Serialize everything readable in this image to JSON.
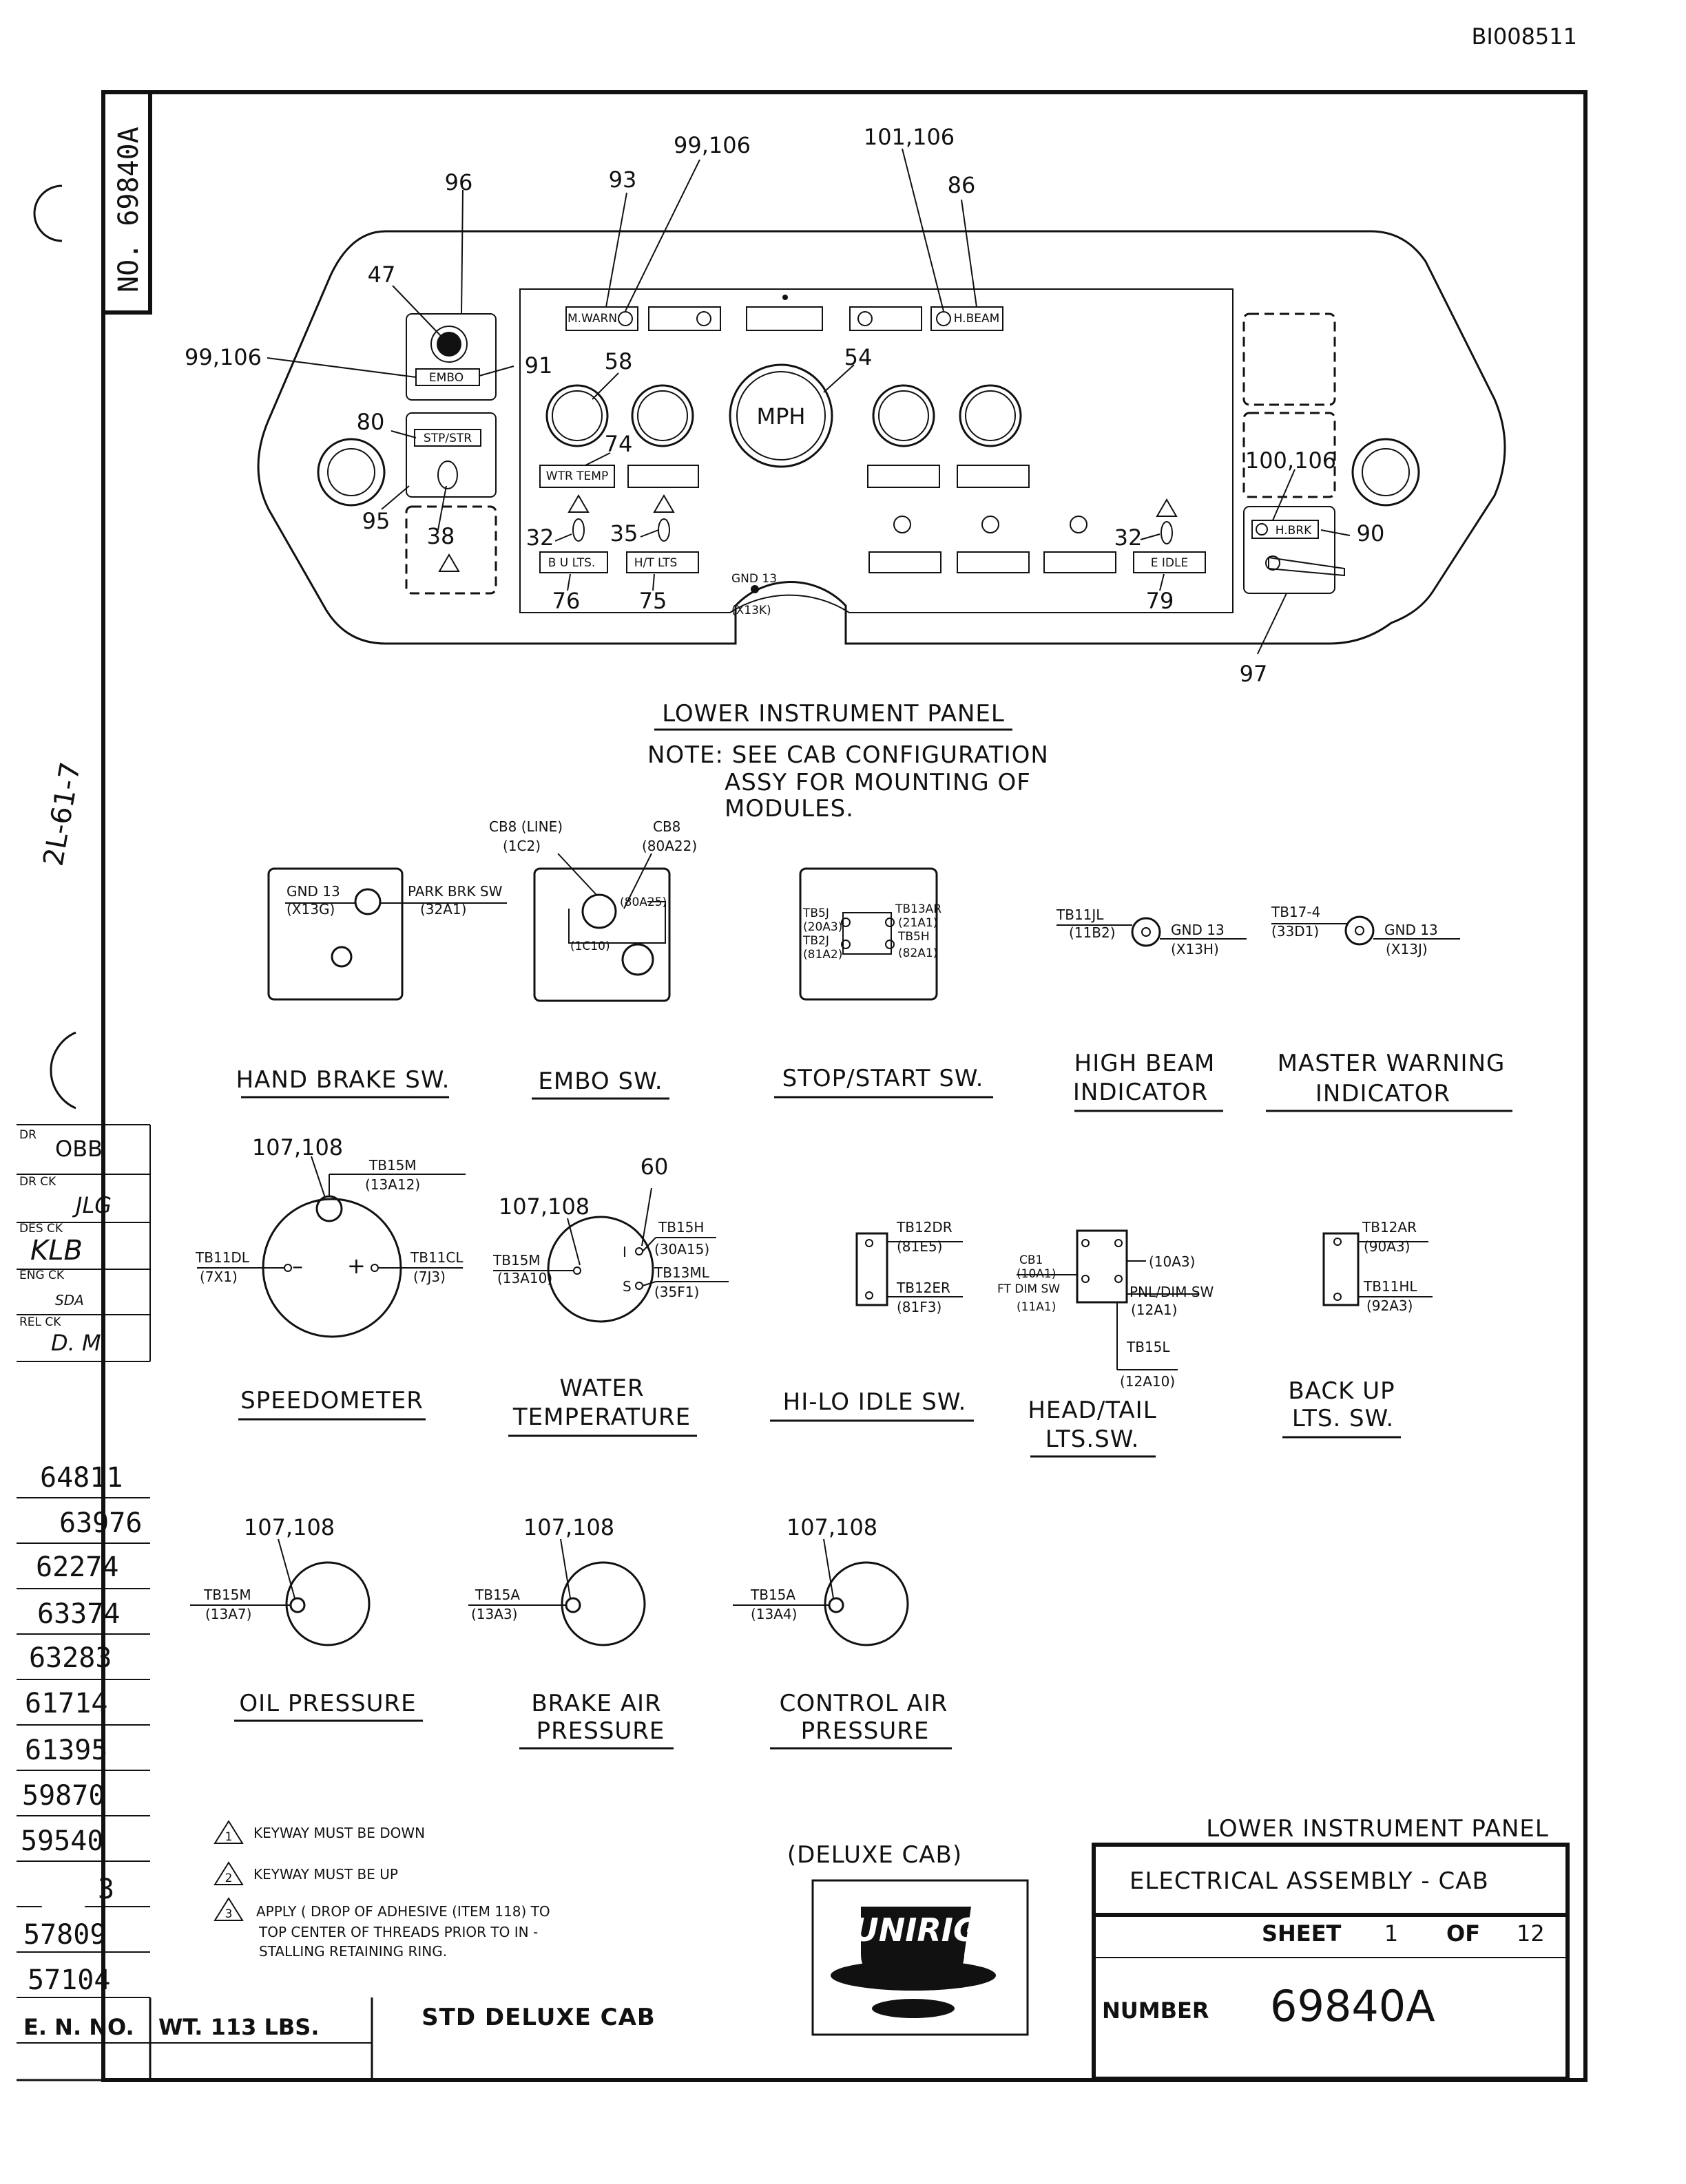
{
  "doc_id": "BI008511",
  "drawing_no_vertical": "NO. 69840A",
  "handwritten_margin": "2L-61-7",
  "panel": {
    "callouts": {
      "c96": "96",
      "c93": "93",
      "c99_106_top": "99,106",
      "c101_106": "101,106",
      "c86": "86",
      "c47": "47",
      "c99_106_left": "99,106",
      "c91": "91",
      "c58": "58",
      "c54": "54",
      "c80": "80",
      "c74": "74",
      "c100_106": "100,106",
      "c95": "95",
      "c38": "38",
      "c32_left": "32",
      "c35": "35",
      "c32_right": "32",
      "c90": "90",
      "c76": "76",
      "c75": "75",
      "c79": "79",
      "c97": "97"
    },
    "plates": {
      "m_warn": "M.WARN",
      "h_beam": "H.BEAM",
      "embo": "EMBO",
      "stp_str": "STP/STR",
      "wtr_temp": "WTR TEMP",
      "bu_lts": "B U LTS.",
      "ht_lts": "H/T LTS",
      "e_idle": "E IDLE",
      "h_brk": "H.BRK",
      "mph": "MPH"
    },
    "gnd": {
      "label": "GND 13",
      "code": "(X13K)"
    },
    "title": "LOWER INSTRUMENT PANEL",
    "note_lines": [
      "NOTE: SEE CAB CONFIGURATION",
      "ASSY FOR MOUNTING OF",
      "MODULES."
    ]
  },
  "switches": {
    "hand_brake": {
      "title": "HAND BRAKE SW.",
      "gnd": "GND 13",
      "gnd_code": "(X13G)",
      "park": "PARK BRK SW",
      "park_code": "(32A1)"
    },
    "embo": {
      "title": "EMBO SW.",
      "cb8_line": "CB8 (LINE)",
      "cb8_line_code": "(1C2)",
      "cb8": "CB8",
      "cb8_code": "(80A22)",
      "t1": "(80A25)",
      "t2": "(1C10)"
    },
    "stop_start": {
      "title": "STOP/START SW.",
      "l1": "TB5J",
      "l2": "(20A3)",
      "l3": "TB2J",
      "l4": "(81A2)",
      "r1": "TB13AR",
      "r2": "(21A1)",
      "r3": "TB5H",
      "r4": "(82A1)"
    },
    "high_beam": {
      "title_lines": [
        "HIGH BEAM",
        "INDICATOR"
      ],
      "left": "TB11JL",
      "left_code": "(11B2)",
      "right": "GND 13",
      "right_code": "(X13H)"
    },
    "master_warning": {
      "title_lines": [
        "MASTER  WARNING",
        "INDICATOR"
      ],
      "left": "TB17-4",
      "left_code": "(33D1)",
      "right": "GND 13",
      "right_code": "(X13J)"
    }
  },
  "gauges": {
    "speedometer": {
      "title": "SPEEDOMETER",
      "callout": "107,108",
      "top": "TB15M",
      "top_code": "(13A12)",
      "left": "TB11DL",
      "left_code": "(7X1)",
      "right": "TB11CL",
      "right_code": "(7J3)"
    },
    "water_temp": {
      "title_lines": [
        "WATER",
        "TEMPERATURE"
      ],
      "callout": "107,108",
      "callout2": "60",
      "left": "TB15M",
      "left_code": "(13A10)",
      "r1": "TB15H",
      "r1_code": "(30A15)",
      "r2": "TB13ML",
      "r2_code": "(35F1)",
      "i": "I",
      "s": "S"
    },
    "hi_lo_idle": {
      "title": "HI-LO IDLE SW.",
      "r1": "TB12DR",
      "r1_code": "(81E5)",
      "r2": "TB12ER",
      "r2_code": "(81F3)"
    },
    "head_tail": {
      "title_lines": [
        "HEAD/TAIL",
        "LTS.SW."
      ],
      "cb": "CB1",
      "cb_code": "(10A1)",
      "ft": "FT DIM SW",
      "ft_code": "(11A1)",
      "r1": "(10A3)",
      "r2": "PNL/DIM SW",
      "r2_code": "(12A1)",
      "b": "TB15L",
      "b_code": "(12A10)"
    },
    "back_up": {
      "title_lines": [
        "BACK UP",
        "LTS. SW."
      ],
      "r1": "TB12AR",
      "r1_code": "(90A3)",
      "r2": "TB11HL",
      "r2_code": "(92A3)"
    },
    "oil": {
      "title": "OIL  PRESSURE",
      "callout": "107,108",
      "term": "TB15M",
      "code": "(13A7)"
    },
    "brake_air": {
      "title_lines": [
        "BRAKE AIR",
        "PRESSURE"
      ],
      "callout": "107,108",
      "term": "TB15A",
      "code": "(13A3)"
    },
    "control_air": {
      "title_lines": [
        "CONTROL AIR",
        "PRESSURE"
      ],
      "callout": "107,108",
      "term": "TB15A",
      "code": "(13A4)"
    }
  },
  "notes": [
    {
      "num": "1",
      "text": "KEYWAY MUST BE DOWN"
    },
    {
      "num": "2",
      "text": "KEYWAY MUST BE UP"
    },
    {
      "num": "3",
      "text": "APPLY ( DROP OF ADHESIVE (ITEM 118) TO TOP CENTER OF THREADS PRIOR TO IN- STALLING RETAINING RING."
    }
  ],
  "notes3_lines": [
    "APPLY ( DROP OF ADHESIVE (ITEM 118) TO",
    "TOP CENTER OF THREADS PRIOR TO IN -",
    "STALLING RETAINING RING."
  ],
  "checks": {
    "dr_label": "DR",
    "dr": "OBB",
    "drck_label": "DR CK",
    "drck": "JLG",
    "desck_label": "DES CK",
    "desck": "KLB",
    "engck_label": "ENG CK",
    "engck": "SDA",
    "relck_label": "REL CK",
    "relck": "D. M."
  },
  "en_numbers": [
    "64811",
    "63976",
    "62274",
    "63374",
    "63283",
    "61714",
    "61395",
    "59870",
    "59540",
    "3",
    "57809",
    "57104"
  ],
  "en_label": "E. N. NO.",
  "weight": "WT.  113 LBS.",
  "std_cab": "STD  DELUXE  CAB",
  "deluxe_cab": "(DELUXE  CAB)",
  "logo_text": "UNIRIG",
  "title_block": {
    "title1": "LOWER  INSTRUMENT  PANEL",
    "title2": "ELECTRICAL  ASSEMBLY - CAB",
    "sheet_label": "SHEET",
    "sheet": "1",
    "of_label": "OF",
    "of": "12",
    "number_label": "NUMBER",
    "number": "69840A"
  }
}
